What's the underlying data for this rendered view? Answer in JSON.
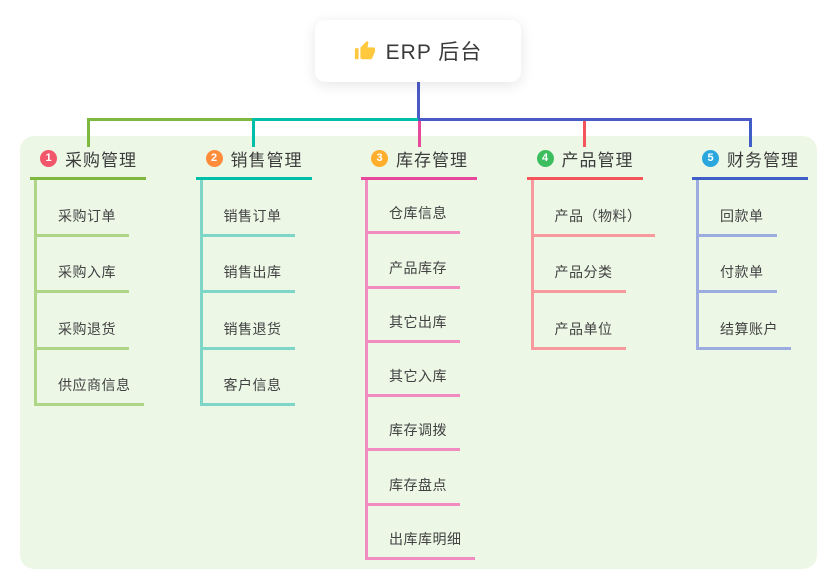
{
  "root": {
    "label": "ERP 后台",
    "icon": "thumbs-up-icon",
    "icon_color": "#FFC83D"
  },
  "panel": {
    "bg": "#ECF7E6"
  },
  "connectors": {
    "stem_color": "#4A5BC8"
  },
  "branches": [
    {
      "num": "1",
      "label": "采购管理",
      "badge_color": "#F2566B",
      "line_color": "#7CB93E",
      "sub_line_color": "#AFD687",
      "children": [
        "采购订单",
        "采购入库",
        "采购退货",
        "供应商信息"
      ]
    },
    {
      "num": "2",
      "label": "销售管理",
      "badge_color": "#FF8C3B",
      "line_color": "#00BFA8",
      "sub_line_color": "#7DD6C7",
      "children": [
        "销售订单",
        "销售出库",
        "销售退货",
        "客户信息"
      ]
    },
    {
      "num": "3",
      "label": "库存管理",
      "badge_color": "#FFAE2C",
      "line_color": "#E8489B",
      "sub_line_color": "#F28BC0",
      "children": [
        "仓库信息",
        "产品库存",
        "其它出库",
        "其它入库",
        "库存调拨",
        "库存盘点",
        "出库库明细"
      ]
    },
    {
      "num": "4",
      "label": "产品管理",
      "badge_color": "#3CBE5F",
      "line_color": "#F4555A",
      "sub_line_color": "#F89A9D",
      "children": [
        "产品（物料）",
        "产品分类",
        "产品单位"
      ]
    },
    {
      "num": "5",
      "label": "财务管理",
      "badge_color": "#2AA7DF",
      "line_color": "#3F5EC8",
      "sub_line_color": "#9DACE0",
      "children": [
        "回款单",
        "付款单",
        "结算账户"
      ]
    }
  ]
}
